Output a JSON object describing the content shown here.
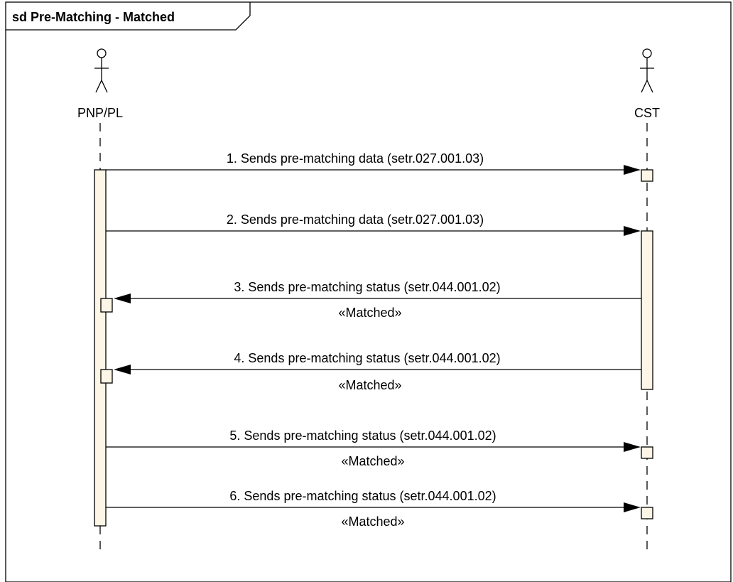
{
  "frame": {
    "title": "sd Pre-Matching - Matched"
  },
  "lifelines": [
    {
      "name": "PNP/PL"
    },
    {
      "name": "CST"
    }
  ],
  "messages": [
    {
      "label": "1. Sends pre-matching data (setr.027.001.03)",
      "stereotype": "",
      "direction": "PNP/PL → CST"
    },
    {
      "label": "2. Sends pre-matching data (setr.027.001.03)",
      "stereotype": "",
      "direction": "PNP/PL → CST"
    },
    {
      "label": "3. Sends pre-matching status (setr.044.001.02)",
      "stereotype": "«Matched»",
      "direction": "CST → PNP/PL"
    },
    {
      "label": "4. Sends pre-matching status (setr.044.001.02)",
      "stereotype": "«Matched»",
      "direction": "CST → PNP/PL"
    },
    {
      "label": "5. Sends pre-matching status (setr.044.001.02)",
      "stereotype": "«Matched»",
      "direction": "PNP/PL → CST"
    },
    {
      "label": "6. Sends pre-matching status (setr.044.001.02)",
      "stereotype": "«Matched»",
      "direction": "PNP/PL → CST"
    }
  ],
  "colors": {
    "activation_fill": "#fdf5e6",
    "line": "#000000"
  }
}
